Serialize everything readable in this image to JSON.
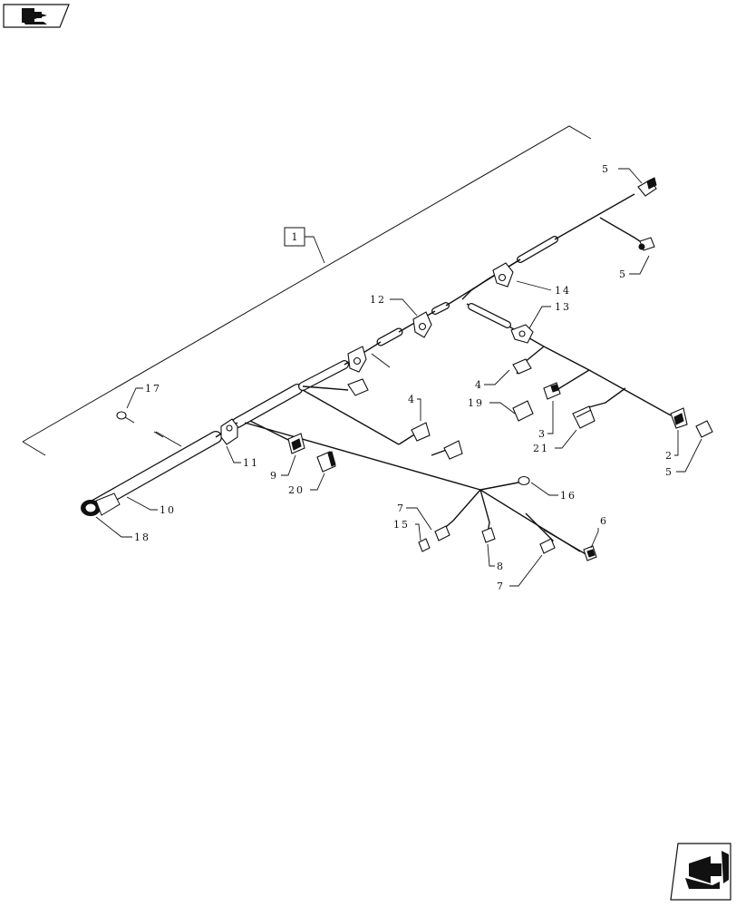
{
  "diagram": {
    "assembly_ref": "1",
    "callouts": [
      {
        "id": "5",
        "text": "5"
      },
      {
        "id": "5",
        "text": "5"
      },
      {
        "id": "14",
        "text": "14"
      },
      {
        "id": "12",
        "text": "12"
      },
      {
        "id": "13",
        "text": "13"
      },
      {
        "id": "17",
        "text": "17"
      },
      {
        "id": "4",
        "text": "4"
      },
      {
        "id": "4",
        "text": "4"
      },
      {
        "id": "19",
        "text": "19"
      },
      {
        "id": "3",
        "text": "3"
      },
      {
        "id": "21",
        "text": "21"
      },
      {
        "id": "2",
        "text": "2"
      },
      {
        "id": "5",
        "text": "5"
      },
      {
        "id": "11",
        "text": "11"
      },
      {
        "id": "9",
        "text": "9"
      },
      {
        "id": "20",
        "text": "20"
      },
      {
        "id": "10",
        "text": "10"
      },
      {
        "id": "18",
        "text": "18"
      },
      {
        "id": "16",
        "text": "16"
      },
      {
        "id": "7",
        "text": "7"
      },
      {
        "id": "15",
        "text": "15"
      },
      {
        "id": "6",
        "text": "6"
      },
      {
        "id": "8",
        "text": "8"
      },
      {
        "id": "7",
        "text": "7"
      }
    ]
  }
}
